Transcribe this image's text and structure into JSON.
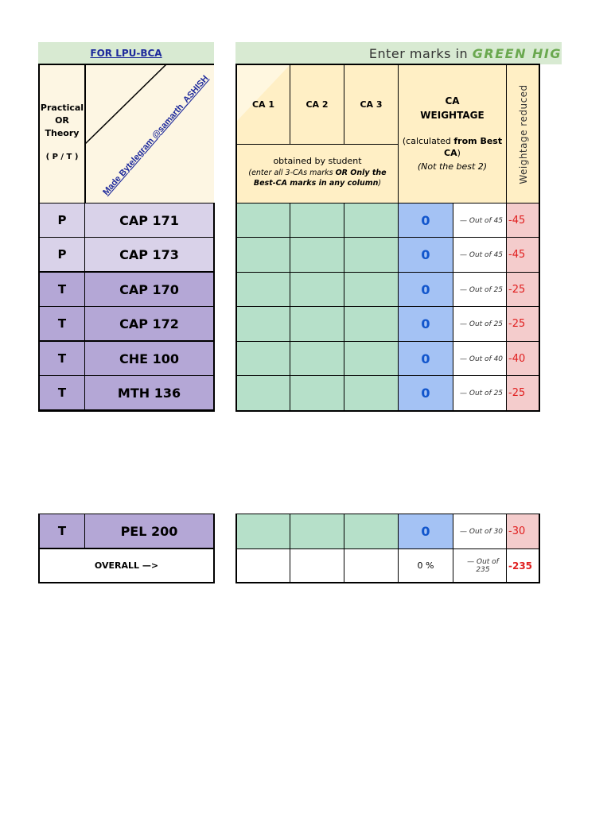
{
  "header": {
    "link_text": "FOR LPU-BCA",
    "instruction_prefix": "Enter marks in",
    "instruction_green": "GREEN  HIG",
    "credit": "Made Bytelegram @samarth_ASHISH",
    "pt_label_1": "Practical",
    "pt_label_2": "OR",
    "pt_label_3": "Theory",
    "pt_sub": "( P / T )",
    "ca1": "CA 1",
    "ca2": "CA 2",
    "ca3": "CA 3",
    "obtained": "obtained by student",
    "enter_note_1": "(enter all 3-CAs marks ",
    "enter_note_bold": "OR Only the Best-CA marks in any column",
    "enter_note_2": ")",
    "weightage_title_1": "CA",
    "weightage_title_2": "WEIGHTAGE",
    "calc_1": "(calculated ",
    "calc_bold": "from Best CA",
    "calc_2": ")",
    "not_best": "(Not the best 2)",
    "weightage_reduced": "Weightage reduced"
  },
  "rows": [
    {
      "type": "P",
      "subject": "CAP 171",
      "weightage": "0",
      "out_of": "— Out of 45",
      "reduced": "-45"
    },
    {
      "type": "P",
      "subject": "CAP 173",
      "weightage": "0",
      "out_of": "— Out of 45",
      "reduced": "-45"
    },
    {
      "type": "T",
      "subject": "CAP 170",
      "weightage": "0",
      "out_of": "— Out of 25",
      "reduced": "-25"
    },
    {
      "type": "T",
      "subject": "CAP 172",
      "weightage": "0",
      "out_of": "— Out of 25",
      "reduced": "-25"
    },
    {
      "type": "T",
      "subject": "CHE 100",
      "weightage": "0",
      "out_of": "— Out of 40",
      "reduced": "-40"
    },
    {
      "type": "T",
      "subject": "MTH 136",
      "weightage": "0",
      "out_of": "— Out of 25",
      "reduced": "-25"
    }
  ],
  "extra_row": {
    "type": "T",
    "subject": "PEL 200",
    "weightage": "0",
    "out_of": "— Out of 30",
    "reduced": "-30"
  },
  "overall": {
    "label": "OVERALL —>",
    "percent": "0 %",
    "out_of": "— Out of 235",
    "reduced": "-235"
  },
  "colors": {
    "banner_green": "#d8ead2",
    "header_yellow": "#ffefc5",
    "practical_row": "#d9d2e9",
    "theory_row": "#b4a7d6",
    "input_green": "#b6e0c9",
    "weightage_blue": "#a4c2f4",
    "reduced_red": "#f4cccc"
  }
}
